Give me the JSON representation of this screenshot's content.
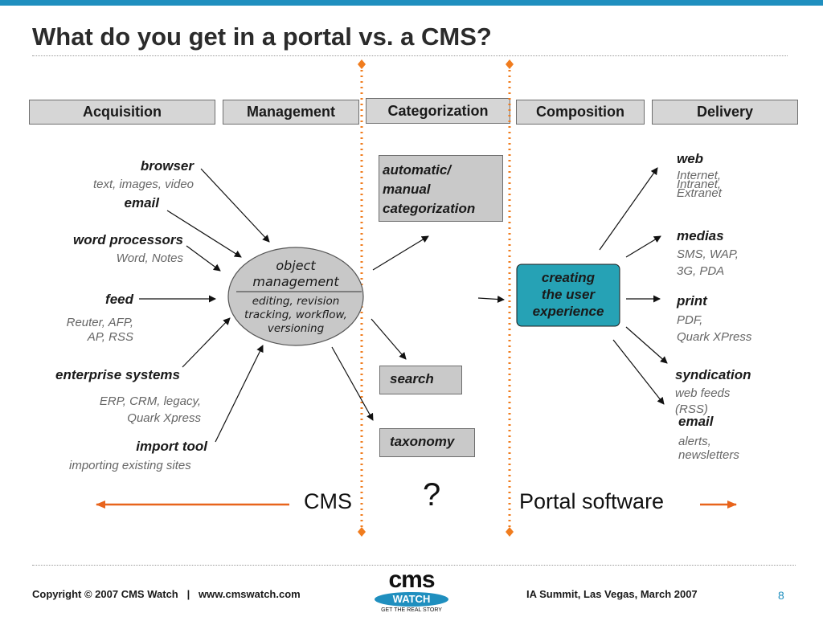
{
  "title": "What do you get in a portal vs. a CMS?",
  "stages": [
    "Acquisition",
    "Management",
    "Categorization",
    "Composition",
    "Delivery"
  ],
  "sources": [
    {
      "label": "browser",
      "sub": "text, images, video"
    },
    {
      "label": "email",
      "sub": ""
    },
    {
      "label": "word processors",
      "sub": "Word,  Notes"
    },
    {
      "label": "feed",
      "sub": "Reuter, AFP,\nAP, RSS"
    },
    {
      "label": "enterprise systems",
      "sub": "ERP, CRM, legacy,\nQuark Xpress"
    },
    {
      "label": "import tool",
      "sub": "importing existing sites"
    }
  ],
  "object_management": {
    "title": "object\nmanagement",
    "sub": "editing, revision\ntracking, workflow,\nversioning"
  },
  "categorization_boxes": {
    "auto": "automatic/\nmanual\ncategorization",
    "search": "search",
    "taxonomy": "taxonomy"
  },
  "experience": "creating\nthe user\nexperience",
  "outputs": [
    {
      "label": "web",
      "sub": "Internet,\nIntranet,\nExtranet"
    },
    {
      "label": "medias",
      "sub": "SMS, WAP,\n3G, PDA"
    },
    {
      "label": "print",
      "sub": "PDF,\nQuark XPress"
    },
    {
      "label": "syndication",
      "sub": "web feeds\n(RSS)"
    },
    {
      "label": "email",
      "sub": "alerts,\nnewsletters"
    }
  ],
  "bottom": {
    "cms": "CMS",
    "question": "?",
    "portal": "Portal software"
  },
  "footer": {
    "copyright": "Copyright © 2007 CMS Watch   |   www.cmswatch.com",
    "event": "IA Summit, Las Vegas, March 2007",
    "page": "8",
    "logo_top": "cms",
    "logo_mid": "WATCH",
    "logo_tagline": "GET THE REAL STORY"
  },
  "colors": {
    "accent_bar": "#1f8fbf",
    "dotted_divider": "#f07c1e",
    "arrow_orange": "#e8641c",
    "experience_box": "#26a2b5"
  }
}
